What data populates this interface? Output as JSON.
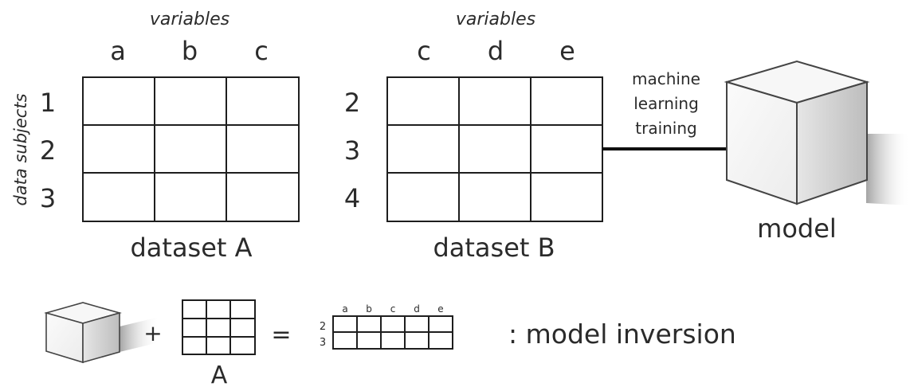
{
  "dataset_a": {
    "variables_label": "variables",
    "columns": [
      "a",
      "b",
      "c"
    ],
    "subjects_label": "data subjects",
    "rows": [
      "1",
      "2",
      "3"
    ],
    "caption": "dataset A"
  },
  "dataset_b": {
    "variables_label": "variables",
    "columns": [
      "c",
      "d",
      "e"
    ],
    "rows": [
      "2",
      "3",
      "4"
    ],
    "caption": "dataset B"
  },
  "arrow_label": [
    "machine",
    "learning",
    "training"
  ],
  "model_label": "model",
  "equation": {
    "plus": "+",
    "matrix_label": "A",
    "equals": "=",
    "result_columns": [
      "a",
      "b",
      "c",
      "d",
      "e"
    ],
    "result_rows": [
      "2",
      "3"
    ],
    "caption": ": model inversion"
  }
}
